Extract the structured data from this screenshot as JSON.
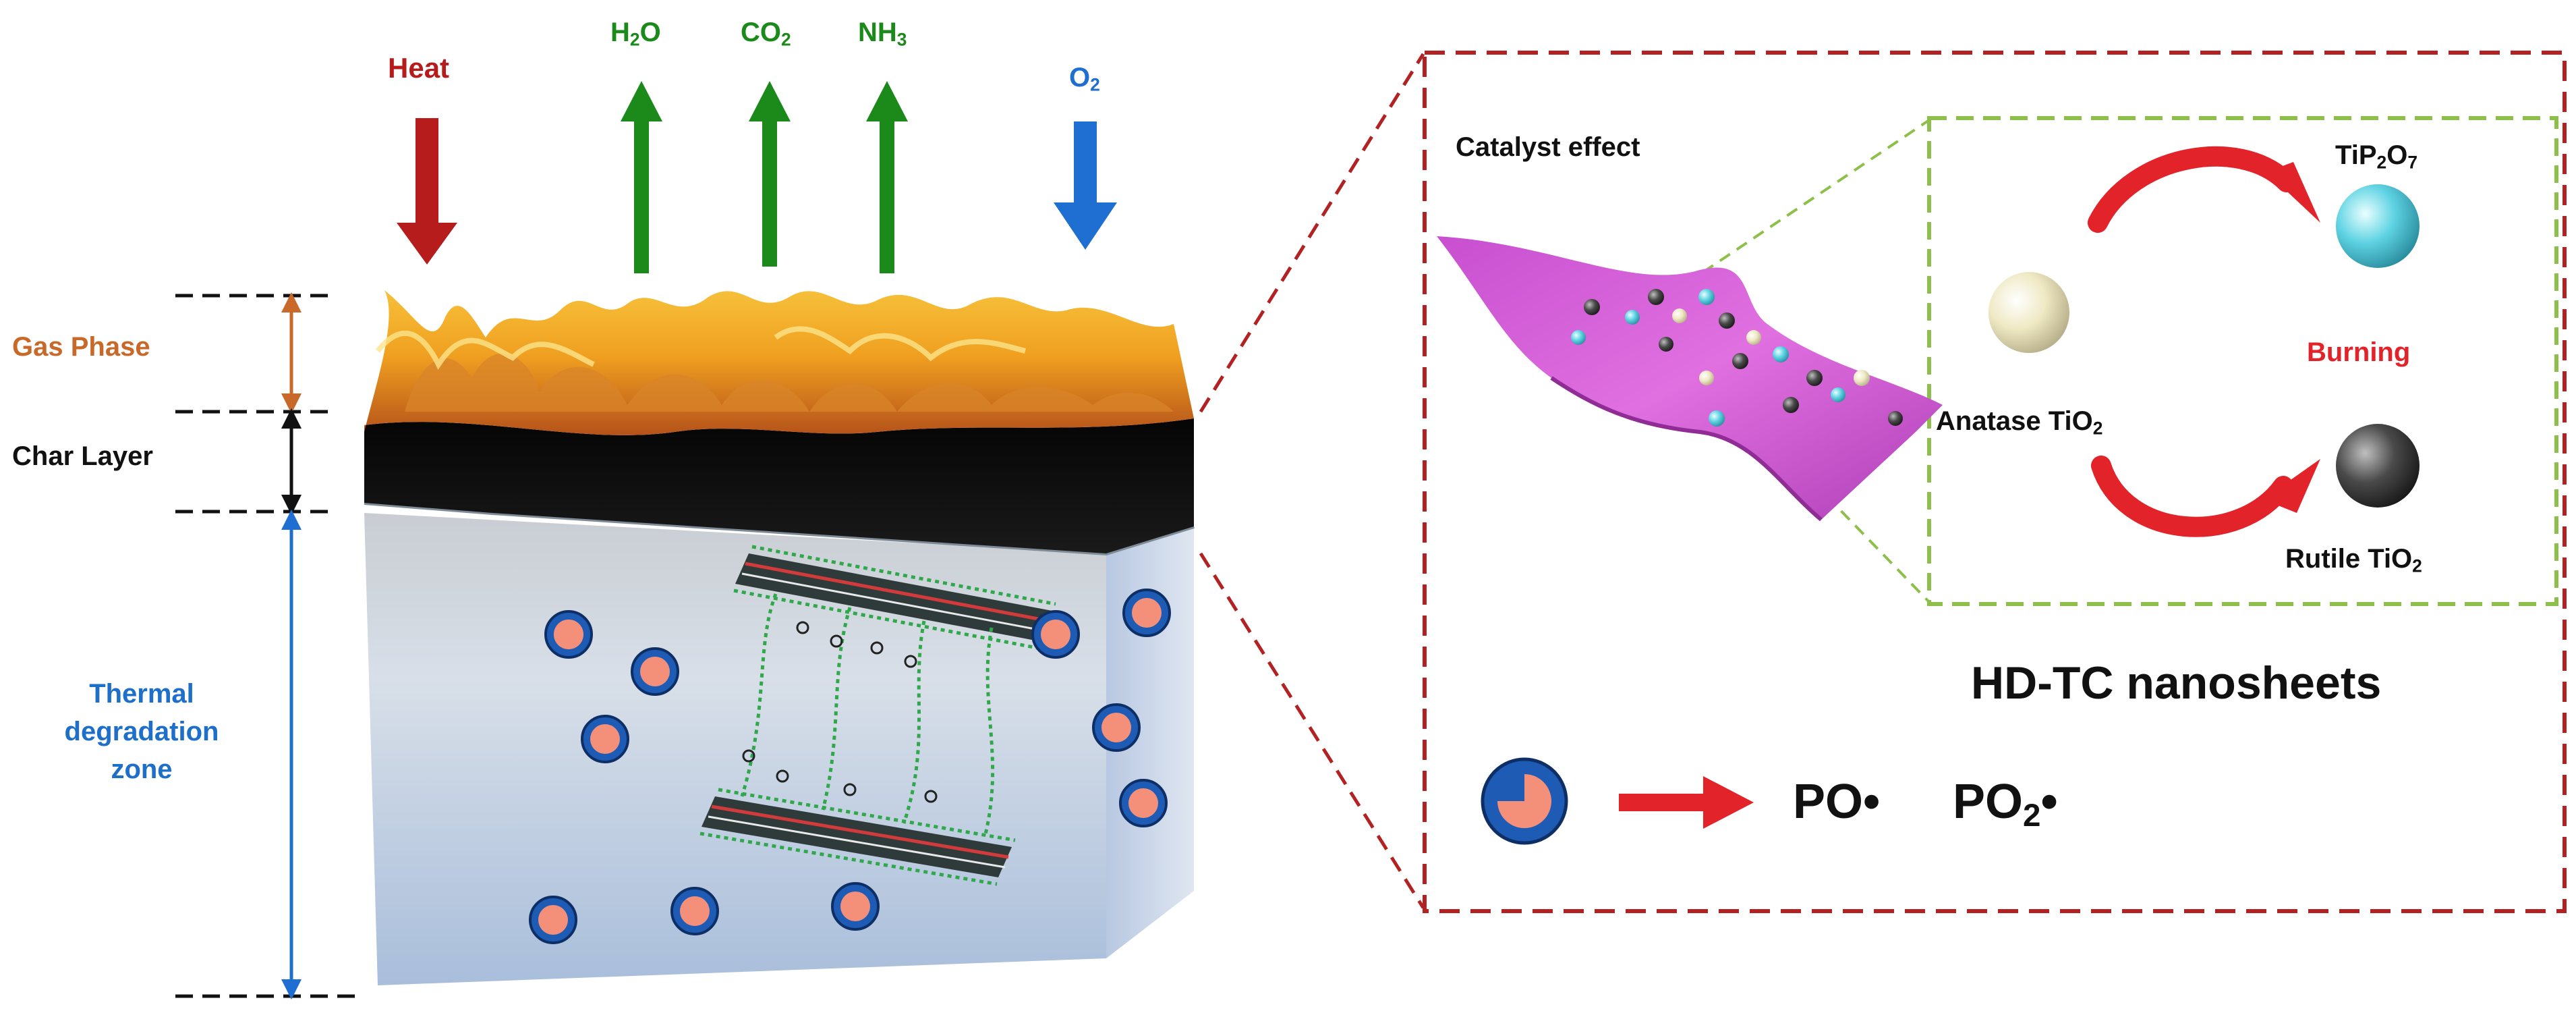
{
  "left_panel": {
    "gas_phase_label": "Gas Phase",
    "char_layer_label": "Char Layer",
    "thermal_zone_label": [
      "Thermal",
      "degradation",
      "zone"
    ],
    "heat_label": "Heat",
    "gases_out": [
      {
        "base": "H",
        "sub": "2",
        "tail": "O"
      },
      {
        "base": "CO",
        "sub": "2",
        "tail": ""
      },
      {
        "base": "NH",
        "sub": "3",
        "tail": ""
      }
    ],
    "oxygen": {
      "base": "O",
      "sub": "2"
    }
  },
  "right_panel": {
    "catalyst_effect_label": "Catalyst effect",
    "tip2o7": {
      "a": "TiP",
      "s1": "2",
      "b": "O",
      "s2": "7"
    },
    "burning_label": "Burning",
    "anatase": {
      "a": "Anatase TiO",
      "s": "2"
    },
    "rutile": {
      "a": "Rutile TiO",
      "s": "2"
    },
    "nanosheets_label": "HD-TC nanosheets",
    "radical_po": "PO•",
    "radical_po2": {
      "a": "PO",
      "s": "2",
      "b": "•"
    }
  },
  "colors": {
    "heat_arrow": "#b71c1c",
    "gas_arrow": "#1b8a1b",
    "oxygen_arrow": "#1e6fd1",
    "dashed_red_frame": "#b22222",
    "dashed_green_frame": "#8dc04a",
    "sheet_magenta": "#d957d9",
    "anatase_sphere": "#efe9c4",
    "tip2o7_sphere": "#5fd3e3",
    "rutile_sphere": "#4a4a4a",
    "core_shell_outer": "#1e5bb5",
    "core_shell_inner": "#f4907a",
    "radical_arrow": "#e3232a"
  }
}
